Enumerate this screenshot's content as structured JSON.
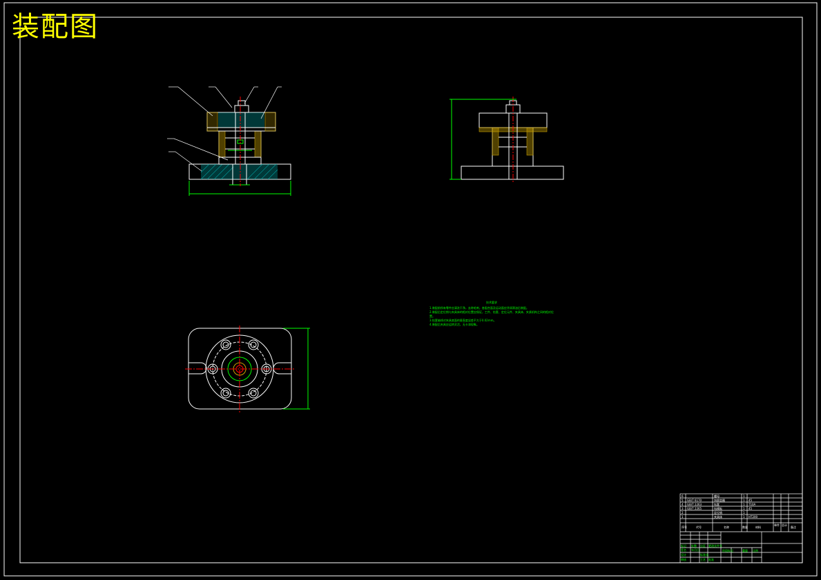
{
  "title": "装配图",
  "colors": {
    "background": "#000000",
    "outline": "#ffffff",
    "dimension": "#00ff00",
    "center_line": "#ff0000",
    "section_hatch": "#00a0a0",
    "bushing_hatch": "#c8a000",
    "title_text": "#ffff00"
  },
  "technical_requirements": {
    "heading": "技术要求",
    "lines": [
      "1.装配前所有零件应清洗干净，去除毛刺，各配合面及运动面应涂润滑油后装配。",
      "2.装配后定位销与夹具体的相对位置应保证，工件、钻套、定位元件、夹具体、夹紧机构之间的相对位置。",
      "3.钻套轴线对夹具底面的垂直度误差不大于0.02mm。",
      "4.装配后夹具应运转灵活，无卡滞现象。"
    ]
  },
  "title_block": {
    "bom_rows": [
      {
        "no": "6",
        "code": "",
        "name": "螺母",
        "qty": "1",
        "material": "",
        "note": ""
      },
      {
        "no": "5",
        "code": "GB/T 6170",
        "name": "快换垫圈",
        "qty": "1",
        "material": "45",
        "note": ""
      },
      {
        "no": "4",
        "code": "GB/T 2263",
        "name": "钻套",
        "qty": "1",
        "material": "T10A",
        "note": ""
      },
      {
        "no": "3",
        "code": "GB/T 2265",
        "name": "钻模板",
        "qty": "1",
        "material": "45",
        "note": ""
      },
      {
        "no": "2",
        "code": "",
        "name": "定位销",
        "qty": "1",
        "material": "",
        "note": ""
      },
      {
        "no": "1",
        "code": "",
        "name": "夹具体",
        "qty": "1",
        "material": "HT200",
        "note": ""
      }
    ],
    "header": {
      "no": "序号",
      "code": "代号",
      "name": "名称",
      "qty": "数量",
      "material": "材料",
      "unit_weight": "单件",
      "total_weight": "总计",
      "note": "备注"
    },
    "bottom_labels": [
      "标记",
      "处数",
      "分区",
      "更改文件号",
      "签名",
      "年月日"
    ],
    "sign_labels": [
      "设计",
      "审核",
      "工艺",
      "标准化",
      "批准"
    ],
    "stage_labels": [
      "阶段标记",
      "重量",
      "比例"
    ]
  }
}
